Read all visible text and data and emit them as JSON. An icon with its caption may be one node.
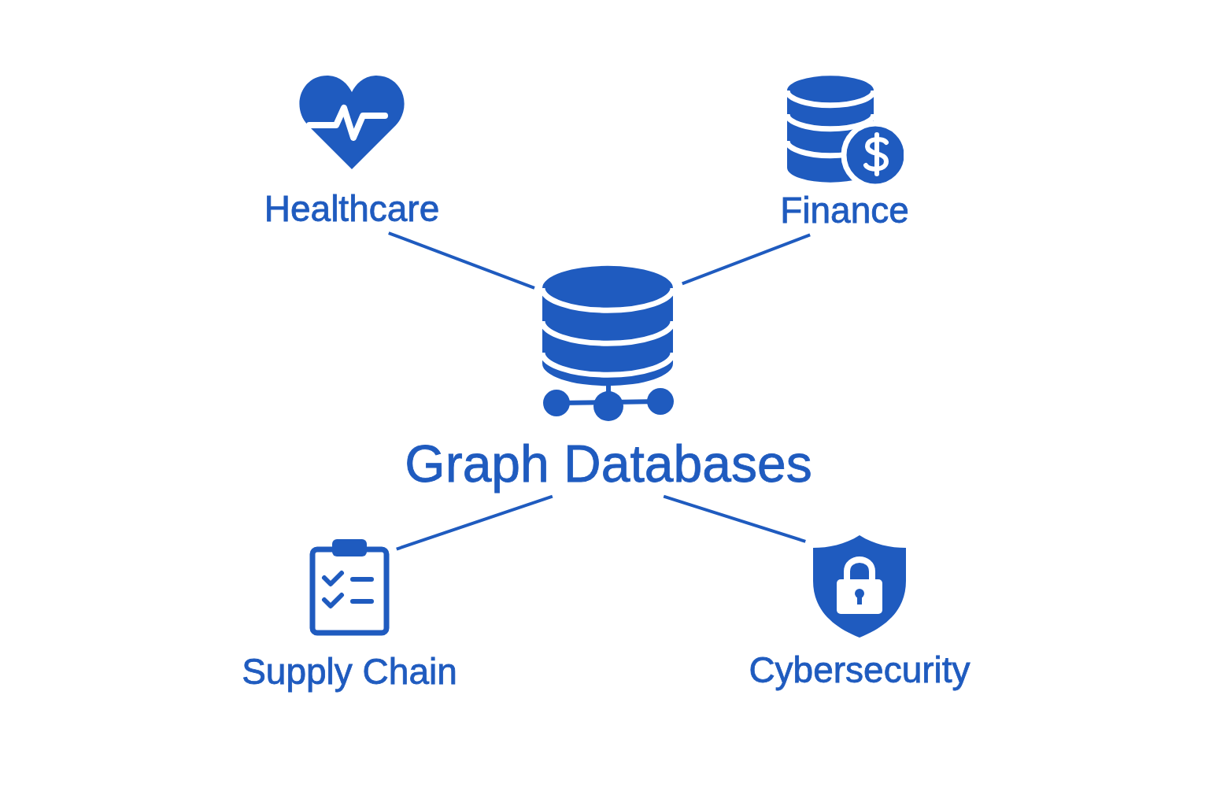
{
  "diagram": {
    "nodes": [
      {
        "text": [
          "Healthcare"
        ]
      },
      {
        "text": [
          "Finance"
        ]
      },
      {
        "text": [
          "Graph Databases"
        ]
      },
      {
        "text": [
          "Supply Chain"
        ]
      },
      {
        "text": [
          "Cybersecurity"
        ]
      }
    ],
    "edges": [
      {
        "from": 2,
        "to": 0,
        "arrow": "none"
      },
      {
        "from": 2,
        "to": 1,
        "arrow": "none"
      },
      {
        "from": 2,
        "to": 3,
        "arrow": "none"
      },
      {
        "from": 2,
        "to": 4,
        "arrow": "none"
      }
    ]
  }
}
